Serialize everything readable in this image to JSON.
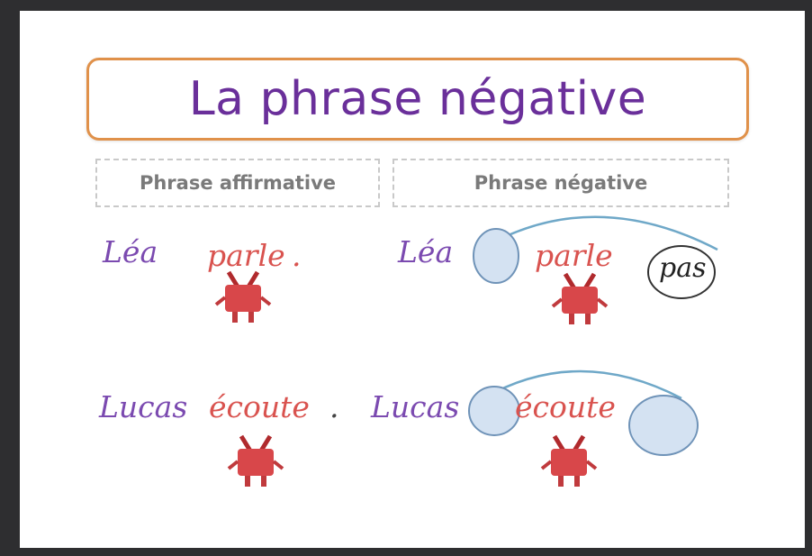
{
  "title": "La phrase négative",
  "columns": {
    "affirmative": "Phrase affirmative",
    "negative": "Phrase négative"
  },
  "row1": {
    "affirmative": {
      "subject": "Léa",
      "verb": "parle",
      "end": "."
    },
    "negative": {
      "subject": "Léa",
      "verb": "parle",
      "neg_word": "pas"
    }
  },
  "row2": {
    "affirmative": {
      "subject": "Lucas",
      "verb": "écoute",
      "end": "."
    },
    "negative": {
      "subject": "Lucas",
      "verb": "écoute"
    }
  },
  "colors": {
    "title": "#6a2f9a",
    "title_border": "#e0914a",
    "subject": "#7b4ab0",
    "verb": "#d9534f",
    "bubble_fill": "#d4e2f2",
    "bubble_stroke": "#6f93b8",
    "arc": "#6fa8c8",
    "monster": "#d8474a"
  }
}
